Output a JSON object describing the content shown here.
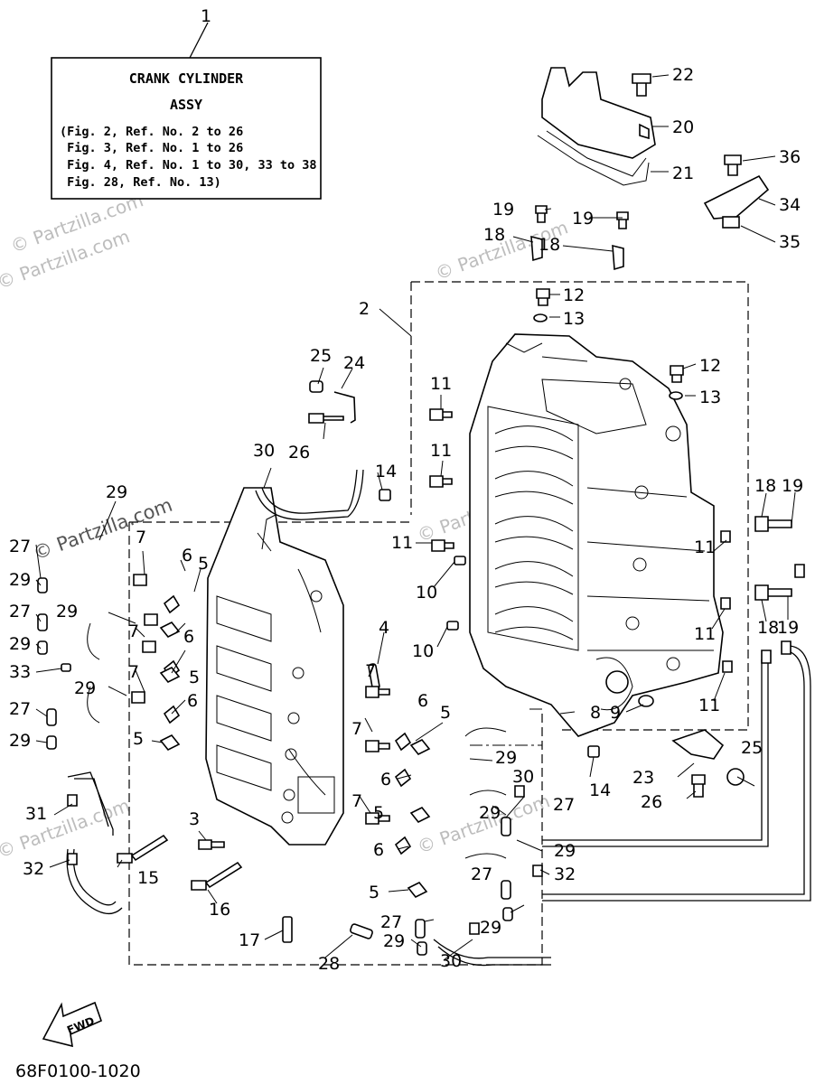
{
  "assy_box": {
    "title": "CRANK CYLINDER",
    "subtitle": "ASSY",
    "lines": [
      "(Fig. 2, Ref. No. 2 to 26",
      " Fig. 3, Ref. No. 1 to 26",
      " Fig. 4, Ref. No. 1 to 30, 33 to 38",
      " Fig. 28, Ref. No. 13)"
    ]
  },
  "watermark": "© Partzilla.com",
  "fwd_label": "FWD",
  "diagram_code": "68F0100-1020",
  "callouts": [
    {
      "t": "1"
    },
    {
      "t": "22"
    },
    {
      "t": "20"
    },
    {
      "t": "21"
    },
    {
      "t": "36"
    },
    {
      "t": "34"
    },
    {
      "t": "35"
    },
    {
      "t": "19"
    },
    {
      "t": "19"
    },
    {
      "t": "18"
    },
    {
      "t": "18"
    },
    {
      "t": "12"
    },
    {
      "t": "13"
    },
    {
      "t": "12"
    },
    {
      "t": "13"
    },
    {
      "t": "2"
    },
    {
      "t": "25"
    },
    {
      "t": "24"
    },
    {
      "t": "11"
    },
    {
      "t": "11"
    },
    {
      "t": "26"
    },
    {
      "t": "30"
    },
    {
      "t": "14"
    },
    {
      "t": "29"
    },
    {
      "t": "18"
    },
    {
      "t": "19"
    },
    {
      "t": "27"
    },
    {
      "t": "7"
    },
    {
      "t": "11"
    },
    {
      "t": "11"
    },
    {
      "t": "29"
    },
    {
      "t": "6"
    },
    {
      "t": "5"
    },
    {
      "t": "10"
    },
    {
      "t": "27"
    },
    {
      "t": "29"
    },
    {
      "t": "18"
    },
    {
      "t": "19"
    },
    {
      "t": "29"
    },
    {
      "t": "7"
    },
    {
      "t": "6"
    },
    {
      "t": "4"
    },
    {
      "t": "11"
    },
    {
      "t": "33"
    },
    {
      "t": "5"
    },
    {
      "t": "10"
    },
    {
      "t": "29"
    },
    {
      "t": "7"
    },
    {
      "t": "7"
    },
    {
      "t": "6"
    },
    {
      "t": "27"
    },
    {
      "t": "6"
    },
    {
      "t": "5"
    },
    {
      "t": "8"
    },
    {
      "t": "9"
    },
    {
      "t": "11"
    },
    {
      "t": "29"
    },
    {
      "t": "5"
    },
    {
      "t": "7"
    },
    {
      "t": "25"
    },
    {
      "t": "29"
    },
    {
      "t": "14"
    },
    {
      "t": "6"
    },
    {
      "t": "30"
    },
    {
      "t": "23"
    },
    {
      "t": "26"
    },
    {
      "t": "31"
    },
    {
      "t": "7"
    },
    {
      "t": "5"
    },
    {
      "t": "27"
    },
    {
      "t": "29"
    },
    {
      "t": "3"
    },
    {
      "t": "29"
    },
    {
      "t": "32"
    },
    {
      "t": "15"
    },
    {
      "t": "6"
    },
    {
      "t": "32"
    },
    {
      "t": "27"
    },
    {
      "t": "16"
    },
    {
      "t": "5"
    },
    {
      "t": "29"
    },
    {
      "t": "27"
    },
    {
      "t": "17"
    },
    {
      "t": "29"
    },
    {
      "t": "28"
    },
    {
      "t": "30"
    }
  ]
}
